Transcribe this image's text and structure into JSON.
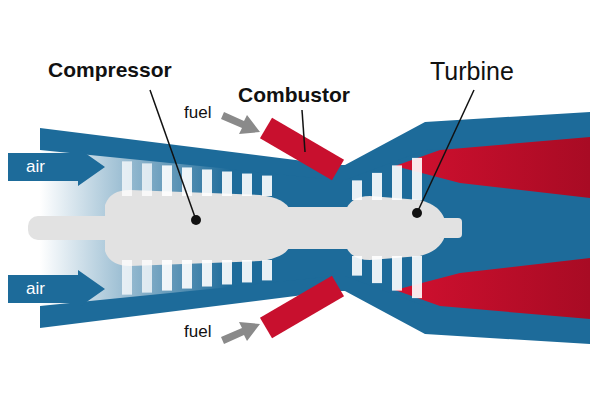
{
  "diagram": {
    "nodes": [
      {
        "text": [
          "air"
        ]
      },
      {
        "text": [
          "air"
        ]
      }
    ],
    "labels": [
      "Compressor",
      "fuel",
      "Combustor",
      "Turbine",
      "fuel"
    ]
  }
}
